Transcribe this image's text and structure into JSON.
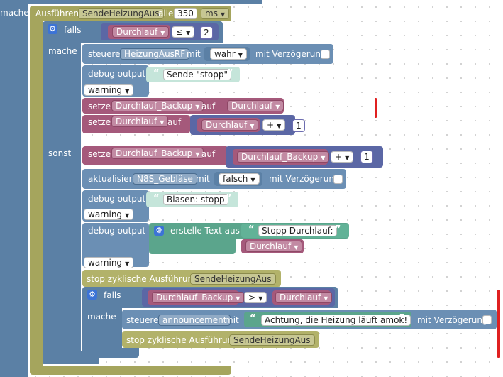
{
  "outer": {
    "mache": "mache"
  },
  "schedule": {
    "execute_label": "Ausführen",
    "name": "SendeHeizungAus",
    "every": "alle",
    "interval": "350",
    "unit": "ms"
  },
  "if1": {
    "falls": "falls",
    "var": "Durchlauf",
    "op": "≤",
    "value": "2",
    "mache": "mache",
    "sonst": "sonst"
  },
  "then_blocks": {
    "control": {
      "label": "steuere",
      "target": "HeizungAusRF",
      "with": "mit",
      "value": "wahr",
      "delay": "mit Verzögerung"
    },
    "debug1": {
      "label": "debug output",
      "text": "Sende \"stopp\"",
      "level": "warning"
    },
    "set1": {
      "label": "setze",
      "var": "Durchlauf_Backup",
      "to": "auf",
      "value": "Durchlauf"
    },
    "set2": {
      "label": "setze",
      "var": "Durchlauf",
      "to": "auf",
      "operand": "Durchlauf",
      "op": "+",
      "num": "1"
    }
  },
  "else_blocks": {
    "set3": {
      "label": "setze",
      "var": "Durchlauf_Backup",
      "to": "auf",
      "operand": "Durchlauf_Backup",
      "op": "+",
      "num": "1"
    },
    "update": {
      "label": "aktualisiere",
      "target": "N8S_Gebläse",
      "with": "mit",
      "value": "falsch",
      "delay": "mit Verzögerung"
    },
    "debug2": {
      "label": "debug output",
      "text": "Blasen: stopp",
      "level": "warning"
    },
    "debug3": {
      "label": "debug output",
      "create": "erstelle Text aus",
      "text": "Stopp Durchlauf:",
      "var": "Durchlauf",
      "level": "warning"
    },
    "stop1": {
      "label": "stop zyklische Ausführung",
      "name": "SendeHeizungAus"
    }
  },
  "if2": {
    "falls": "falls",
    "left": "Durchlauf_Backup",
    "op": ">",
    "right": "Durchlauf",
    "mache": "mache",
    "control": {
      "label": "steuere",
      "target": "announcement",
      "with": "mit",
      "text": "Achtung, die Heizung läuft amok!",
      "delay": "mit Verzögerung"
    },
    "stop": {
      "label": "stop zyklische Ausführung",
      "name": "SendeHeizungAus"
    }
  },
  "colors": {
    "loop": "#a5a55d",
    "logic": "#5b80a5",
    "variable": "#a5597b",
    "math": "#5b67a5",
    "text": "#5ba58c"
  }
}
